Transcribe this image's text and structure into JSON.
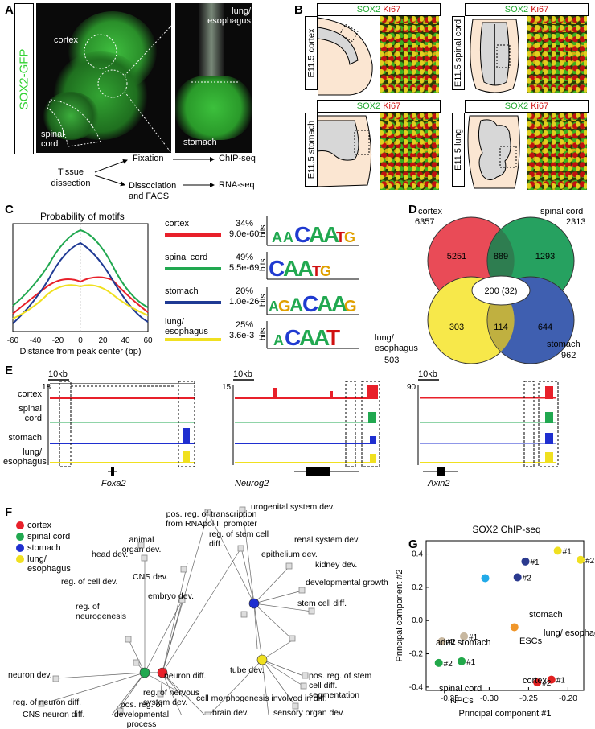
{
  "panels": [
    "A",
    "B",
    "C",
    "D",
    "E",
    "F",
    "G"
  ],
  "A": {
    "side_label": "SOX2-GFP",
    "labels": {
      "cortex": "cortex",
      "spinal_cord": "spinal cord",
      "lung": "lung/ esophagus",
      "stomach": "stomach"
    },
    "flow": {
      "tissue": "Tissue dissection",
      "fixation": "Fixation",
      "dissociation": "Dissociation and FACS",
      "chip": "ChIP-seq",
      "rna": "RNA-seq"
    }
  },
  "B": {
    "header_green": "SOX2",
    "header_red": "Ki67",
    "tissues": [
      "E11.5 cortex",
      "E11.5 spinal cord",
      "E11.5 stomach",
      "E11.5 lung"
    ]
  },
  "C": {
    "title": "Probability of motifs",
    "xlabel": "Distance from peak center (bp)",
    "ticks": [
      "-60",
      "-40",
      "-20",
      "0",
      "20",
      "40",
      "60"
    ],
    "legend": [
      {
        "name": "cortex",
        "pct": "34%",
        "p": "9.0e-60",
        "color": "#e8202a"
      },
      {
        "name": "spinal cord",
        "pct": "49%",
        "p": "5.5e-69",
        "color": "#21a850"
      },
      {
        "name": "stomach",
        "pct": "20%",
        "p": "1.0e-26",
        "color": "#1f3a94"
      },
      {
        "name": "lung/ esophagus",
        "pct": "25%",
        "p": "3.6e-3",
        "color": "#f0e020"
      }
    ],
    "bits": "bits"
  },
  "D": {
    "labels": {
      "cortex": "cortex",
      "cortex_n": "6357",
      "spinal": "spinal cord",
      "spinal_n": "2313",
      "lung": "lung/ esophagus",
      "lung_n": "503",
      "stomach": "stomach",
      "stomach_n": "962"
    },
    "values": {
      "cortex_only": "5251",
      "cortex_spinal": "889",
      "spinal_only": "1293",
      "center": "200 (32)",
      "lung_only": "303",
      "lung_stomach": "114",
      "stomach_only": "644"
    }
  },
  "E": {
    "scale": "10kb",
    "tracks": [
      "cortex",
      "spinal cord",
      "stomach",
      "lung/ esophagus"
    ],
    "ymax": [
      "18",
      "15",
      "90"
    ],
    "genes": [
      "Foxa2",
      "Neurog2",
      "Axin2"
    ]
  },
  "F": {
    "legend": [
      {
        "name": "cortex",
        "color": "#e8202a"
      },
      {
        "name": "spinal cord",
        "color": "#21a850"
      },
      {
        "name": "stomach",
        "color": "#1f2fd0"
      },
      {
        "name": "lung/ esophagus",
        "color": "#f0e020"
      }
    ],
    "terms": {
      "t1": "pos. reg. of transcription from RNApol II promoter",
      "t2": "urogenital system dev.",
      "t3": "animal organ dev.",
      "t4": "reg. of stem cell diff.",
      "t5": "renal system dev.",
      "t6": "head dev.",
      "t7": "epithelium dev.",
      "t8": "CNS dev.",
      "t9": "kidney dev.",
      "t10": "reg. of cell dev.",
      "t11": "embryo dev.",
      "t12": "developmental growth",
      "t13": "reg. of neurogenesis",
      "t14": "stem cell diff.",
      "t15": "neuron dev.",
      "t16": "neuron diff.",
      "t17": "tube dev.",
      "t18": "pos. reg. of stem cell diff.",
      "t19": "reg. of neuron diff.",
      "t20": "reg. of nervous system dev.",
      "t21": "segmentation",
      "t22": "brain dev.",
      "t23": "sensory organ dev.",
      "t24": "CNS neuron diff.",
      "t25": "cell morphogenesis involved in diff.",
      "t26": "pos. reg. of developmental process"
    }
  },
  "chart_data": {
    "type": "scatter",
    "title": "SOX2 ChIP-seq",
    "xlabel": "Principal component #1",
    "ylabel": "Principal component #2",
    "xlim": [
      -0.38,
      -0.18
    ],
    "ylim": [
      -0.42,
      0.48
    ],
    "xticks": [
      -0.35,
      -0.3,
      -0.25,
      -0.2
    ],
    "yticks": [
      -0.4,
      -0.2,
      0.0,
      0.2,
      0.4
    ],
    "xtick_labels": [
      "-0.35",
      "-0.30",
      "-0.25",
      "-0.20"
    ],
    "ytick_labels": [
      "-0.4",
      "-0.2",
      "0.0",
      "0.2",
      "0.4"
    ],
    "points": [
      {
        "x": -0.213,
        "y": 0.42,
        "color": "#f0e020",
        "label": "#1"
      },
      {
        "x": -0.184,
        "y": 0.365,
        "color": "#f0e020",
        "label": "#2"
      },
      {
        "x": -0.254,
        "y": 0.355,
        "color": "#2b3a8f",
        "label": "#1"
      },
      {
        "x": -0.264,
        "y": 0.26,
        "color": "#2b3a8f",
        "label": "#2"
      },
      {
        "x": -0.305,
        "y": 0.255,
        "color": "#22aae8",
        "label": ""
      },
      {
        "x": -0.268,
        "y": -0.04,
        "color": "#f0962a",
        "label": ""
      },
      {
        "x": -0.332,
        "y": -0.095,
        "color": "#c8b8a0",
        "label": "#1"
      },
      {
        "x": -0.36,
        "y": -0.125,
        "color": "#c8b8a0",
        "label": "#2"
      },
      {
        "x": -0.335,
        "y": -0.245,
        "color": "#22a84a",
        "label": "#1"
      },
      {
        "x": -0.364,
        "y": -0.255,
        "color": "#22a84a",
        "label": "#2"
      },
      {
        "x": -0.221,
        "y": -0.355,
        "color": "#e02020",
        "label": "#1"
      },
      {
        "x": -0.239,
        "y": -0.372,
        "color": "#e02020",
        "label": "#2"
      }
    ],
    "annotations": [
      "stomach",
      "lung/ esophagus",
      "adult stomach",
      "ESCs",
      "NPCs",
      "spinal cord",
      "cortex"
    ]
  }
}
